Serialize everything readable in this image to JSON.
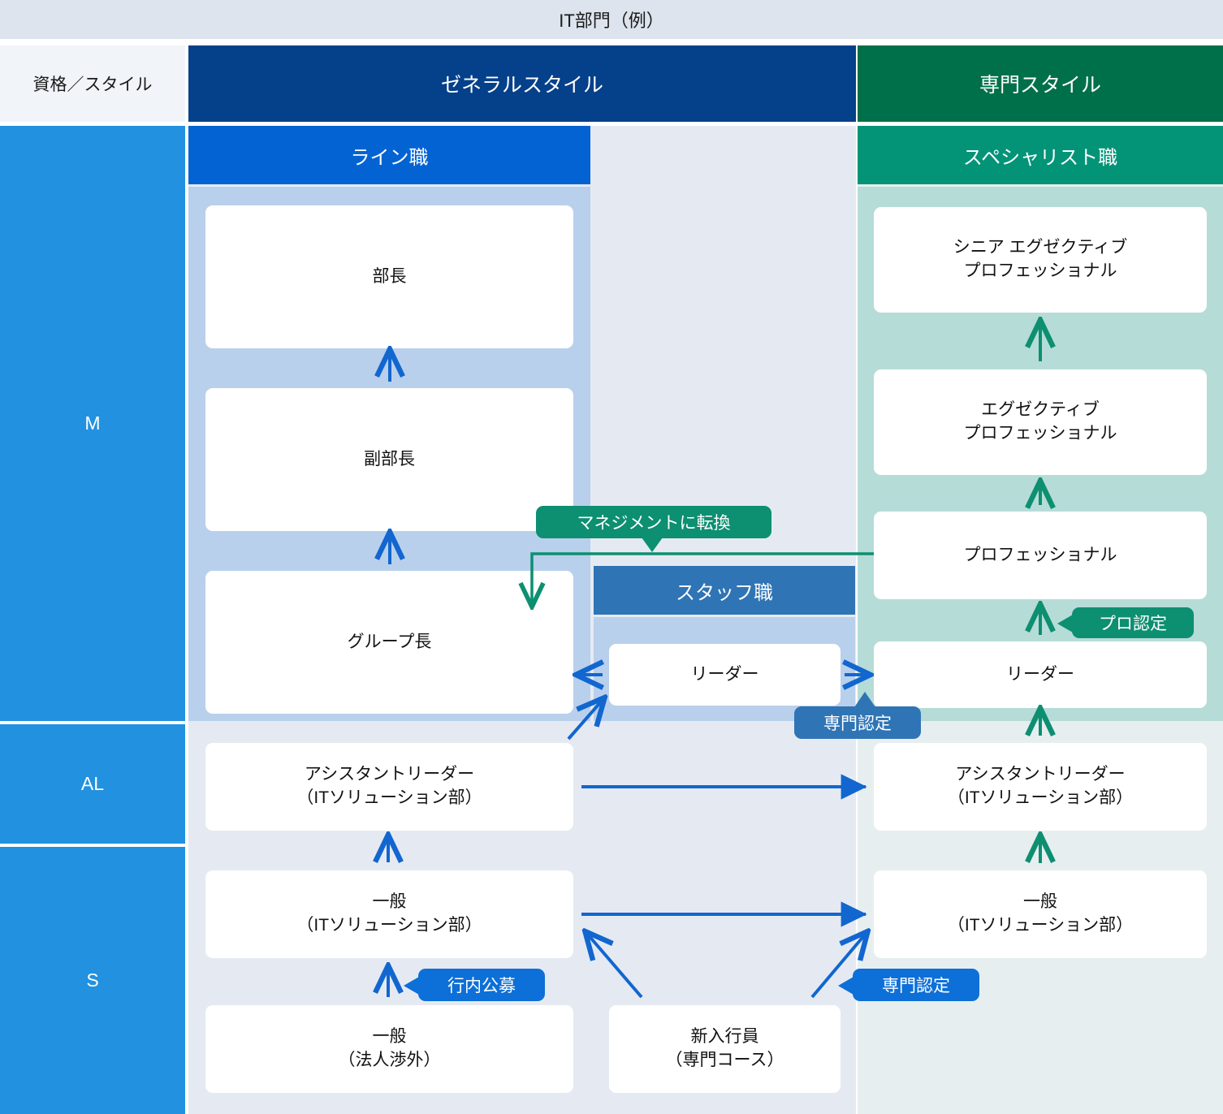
{
  "title": "IT部門（例）",
  "headers": {
    "qualification": "資格／スタイル",
    "general_style": "ゼネラルスタイル",
    "special_style": "専門スタイル",
    "line_job": "ライン職",
    "specialist_job": "スペシャリスト職",
    "staff_job": "スタッフ職"
  },
  "ranks": {
    "m": "M",
    "al": "AL",
    "s": "S"
  },
  "colors": {
    "title_band": "#dde4ee",
    "general_header": "#05408a",
    "special_header": "#00704a",
    "line_header": "#0463d2",
    "specialist_header": "#039478",
    "staff_header": "#2f74b5",
    "rank_column": "#2291e0",
    "line_panel": "#b9d0ec",
    "specialist_panel": "#b6dcd8",
    "general_bg": "#e5eaf2",
    "special_bg": "#e7eef0",
    "blue_arrow": "#1266cf",
    "green_arrow": "#0d8f71",
    "pill_green": "#0d8f71",
    "pill_blue": "#0d6fd8",
    "pill_blue_dark": "#2f74b5"
  },
  "line_boxes": [
    {
      "line1": "部長",
      "line2": ""
    },
    {
      "line1": "副部長",
      "line2": ""
    },
    {
      "line1": "グループ長",
      "line2": ""
    }
  ],
  "staff_boxes": [
    {
      "line1": "リーダー",
      "line2": ""
    }
  ],
  "specialist_boxes": [
    {
      "line1": "シニア エグゼクティブ",
      "line2": "プロフェッショナル"
    },
    {
      "line1": "エグゼクティブ",
      "line2": "プロフェッショナル"
    },
    {
      "line1": "プロフェッショナル",
      "line2": ""
    },
    {
      "line1": "リーダー",
      "line2": ""
    }
  ],
  "al_boxes": {
    "general": {
      "line1": "アシスタントリーダー",
      "line2": "（ITソリューション部）"
    },
    "special": {
      "line1": "アシスタントリーダー",
      "line2": "（ITソリューション部）"
    }
  },
  "s_boxes": {
    "general_upper": {
      "line1": "一般",
      "line2": "（ITソリューション部）"
    },
    "special_upper": {
      "line1": "一般",
      "line2": "（ITソリューション部）"
    },
    "general_lower": {
      "line1": "一般",
      "line2": "（法人渉外）"
    },
    "new_entrant": {
      "line1": "新入行員",
      "line2": "（専門コース）"
    }
  },
  "callouts": {
    "management_switch": "マネジメントに転換",
    "pro_certification": "プロ認定",
    "specialist_certification_mid": "専門認定",
    "internal_recruitment": "行内公募",
    "specialist_certification_low": "専門認定"
  }
}
